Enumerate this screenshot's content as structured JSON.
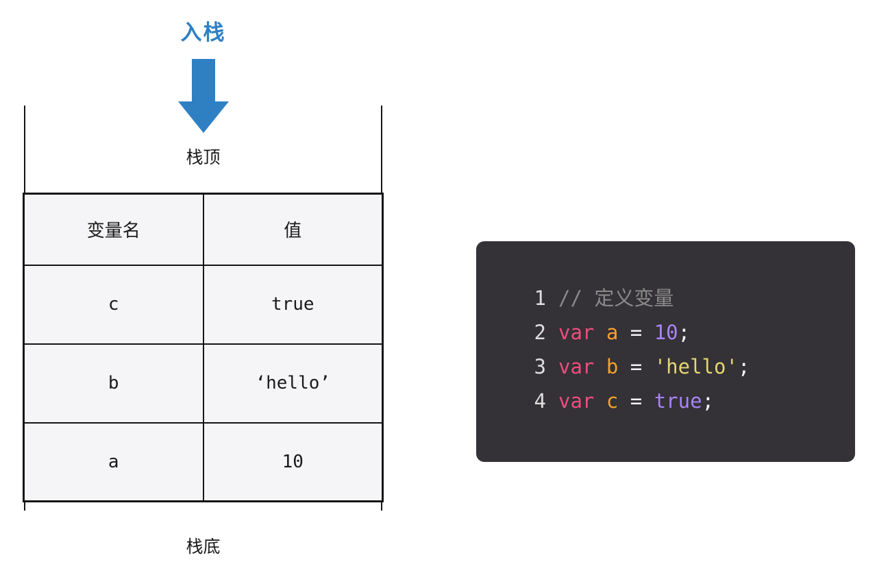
{
  "stack": {
    "push_label": "入栈",
    "top_label": "栈顶",
    "bottom_label": "栈底",
    "accent_color": "#2f80c3",
    "table": {
      "headers": [
        "变量名",
        "值"
      ],
      "rows": [
        {
          "name": "c",
          "value": "true"
        },
        {
          "name": "b",
          "value": "‘hello’"
        },
        {
          "name": "a",
          "value": "10"
        }
      ]
    }
  },
  "code_panel": {
    "colors": {
      "background": "#343137",
      "line_number": "#dedede",
      "comment": "#8a8a8a",
      "keyword": "#ef4d7c",
      "variable": "#f5a12e",
      "number": "#a884f3",
      "boolean": "#a884f3",
      "string": "#e5d771",
      "plain": "#f5f3f5"
    },
    "lines": [
      {
        "number": "1",
        "tokens": [
          {
            "t": "// 定义变量",
            "c": "comment"
          }
        ]
      },
      {
        "number": "2",
        "tokens": [
          {
            "t": "var",
            "c": "keyword"
          },
          {
            "t": " ",
            "c": "plain"
          },
          {
            "t": "a",
            "c": "variable"
          },
          {
            "t": " = ",
            "c": "plain"
          },
          {
            "t": "10",
            "c": "number"
          },
          {
            "t": ";",
            "c": "plain"
          }
        ]
      },
      {
        "number": "3",
        "tokens": [
          {
            "t": "var",
            "c": "keyword"
          },
          {
            "t": " ",
            "c": "plain"
          },
          {
            "t": "b",
            "c": "variable"
          },
          {
            "t": " = ",
            "c": "plain"
          },
          {
            "t": "'hello'",
            "c": "string"
          },
          {
            "t": ";",
            "c": "plain"
          }
        ]
      },
      {
        "number": "4",
        "tokens": [
          {
            "t": "var",
            "c": "keyword"
          },
          {
            "t": " ",
            "c": "plain"
          },
          {
            "t": "c",
            "c": "variable"
          },
          {
            "t": " = ",
            "c": "plain"
          },
          {
            "t": "true",
            "c": "boolean"
          },
          {
            "t": ";",
            "c": "plain"
          }
        ]
      }
    ]
  }
}
